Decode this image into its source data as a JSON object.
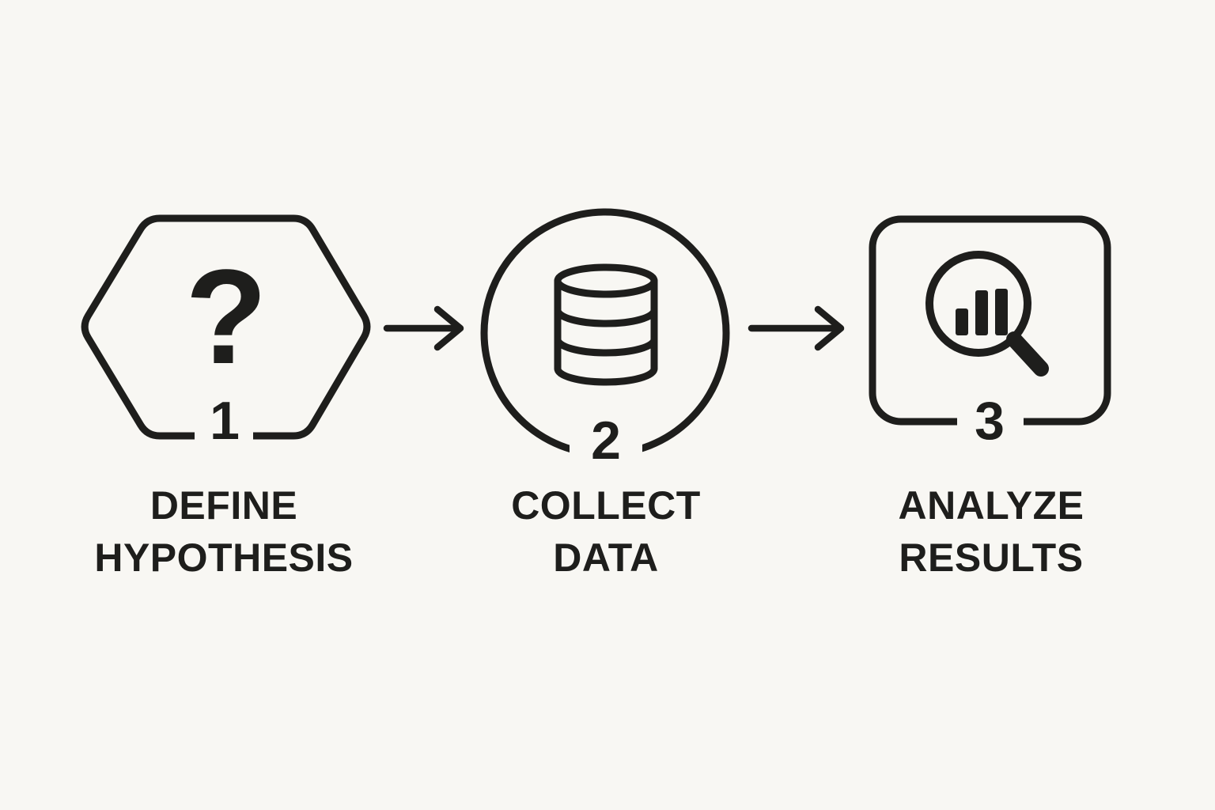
{
  "diagram": {
    "type": "process-flow",
    "direction": "left-to-right",
    "colors": {
      "background": "#f8f7f3",
      "ink": "#1e1e1c"
    },
    "steps": [
      {
        "number": "1",
        "shape": "hexagon",
        "icon": "question-mark-icon",
        "icon_glyph": "?",
        "label_line1": "DEFINE",
        "label_line2": "HYPOTHESIS"
      },
      {
        "number": "2",
        "shape": "circle",
        "icon": "database-icon",
        "label_line1": "COLLECT",
        "label_line2": "DATA"
      },
      {
        "number": "3",
        "shape": "rounded-square",
        "icon": "magnifier-bar-chart-icon",
        "label_line1": "ANALYZE",
        "label_line2": "RESULTS"
      }
    ],
    "connectors": [
      {
        "type": "arrow-right",
        "from": "1",
        "to": "2"
      },
      {
        "type": "arrow-right",
        "from": "2",
        "to": "3"
      }
    ]
  }
}
